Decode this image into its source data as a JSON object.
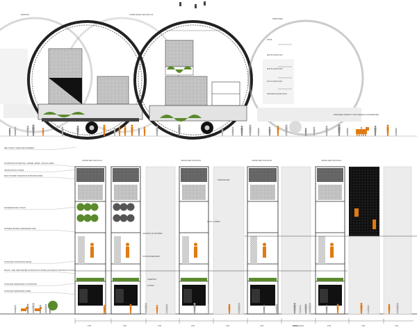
{
  "top": {
    "labels": {
      "existing": "EXISTING",
      "conditional": "CONDITIONAL SECTION 1/3",
      "proposed": "PROPOSED",
      "roof": "ROOF",
      "floor_top": "3RD FLOOR PLAN",
      "floor_mid": "2ND FLOOR PLAN",
      "floor_low": "1ST FLOOR PLAN",
      "ground": "GROUND FLOOR PLAN",
      "note": "EXPANDED MOBILITY WITH WHEELS (CONVERGED)"
    }
  },
  "bottom": {
    "left_notes": [
      "RECYCLED TYRES AND DAMPERS",
      "PLANTATION POTENTIAL / WATER / BIKES - BLOCK FORM",
      "VENTILATION SYSTEM",
      "MULTI STOREY INDOOR PLANTATION HOME",
      "SHOWER ROOM, TOILET",
      "POTABLE WATER, RAINWATER TANK",
      "OUTDOOR PLANTATION SPACE",
      "BLACK - AND GREYWATER FILTRATION SYSTEM (LOCATED IN THE WALLS & FOOT)",
      "OUTDOOR TEMPORARY PLANTATION",
      "OUTDOOR TEMPORARY FARM"
    ],
    "section_titles": [
      "CROSS SECTION 01-01",
      "CROSS SECTION 02-02",
      "CROSS SECTION 03-03",
      "CROSS SECTION 04-04"
    ],
    "inline_notes": {
      "pipe": "PIPES/WATER",
      "hang": "HANGING PLATFORMS",
      "fold": "FOLDING BENCHES",
      "sleep": "SLEEPING",
      "goods": "GOODS",
      "nets": "NETS / CABINS"
    },
    "dims": [
      "2.50",
      "2.50",
      "2.50",
      "2.50",
      "2.50",
      "2.50",
      "2.50",
      "2.50",
      "2.50",
      "2.50",
      "VARIABLE M2"
    ]
  },
  "colors": {
    "ink": "#222222",
    "grey": "#bdbdbd",
    "light": "#e9e9e9",
    "green": "#5a8a2b",
    "orange": "#e07a12",
    "black": "#111111"
  }
}
